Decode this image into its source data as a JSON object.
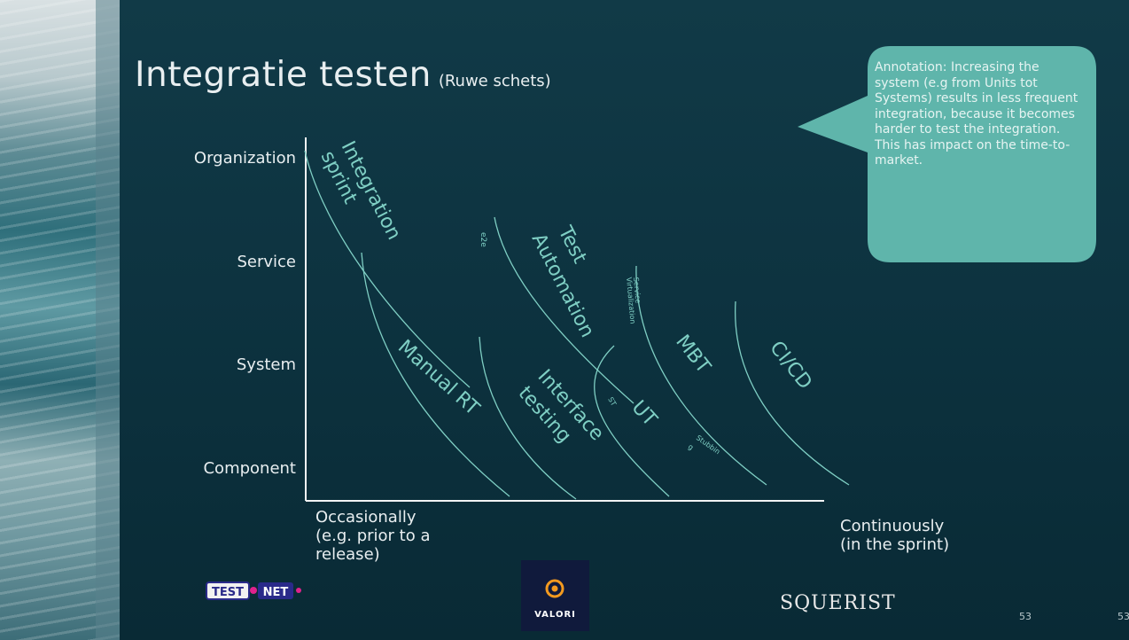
{
  "slide": {
    "title": "Integratie testen",
    "subtitle": "(Ruwe schets)",
    "page_number": "53",
    "page_number_repeat": "53"
  },
  "callout": {
    "text": "Annotation: Increasing the system (e.g from Units tot Systems) results in less frequent integration, because it becomes harder to test the integration. This has impact on the time-to-market.",
    "fill": "#5fb5ab"
  },
  "diagram": {
    "y_axis_levels": [
      "Organization",
      "Service",
      "System",
      "Component"
    ],
    "x_axis_left": "Occasionally\n(e.g. prior to a\nrelease)",
    "x_axis_right": "Continuously\n(in the sprint)",
    "labels": {
      "integration_sprint_1": "Integration",
      "integration_sprint_2": "sprint",
      "manual_rt": "Manual RT",
      "test_automation_1": "Test",
      "test_automation_2": "Automation",
      "e2e": "e2e",
      "interface_testing_1": "Interface",
      "interface_testing_2": "testing",
      "ut": "UT",
      "st": "ST",
      "service_virtualization_1": "Service",
      "service_virtualization_2": "Virtualization",
      "mbt": "MBT",
      "stubbing_1": "Stubbin",
      "stubbing_2": "g",
      "cicd": "CI/CD"
    },
    "line_color": "#7fcfc4"
  },
  "logos": {
    "testnet_1": "TEST",
    "testnet_2": "NET",
    "valori": "VALORI",
    "squerist": "SQUERIST"
  }
}
